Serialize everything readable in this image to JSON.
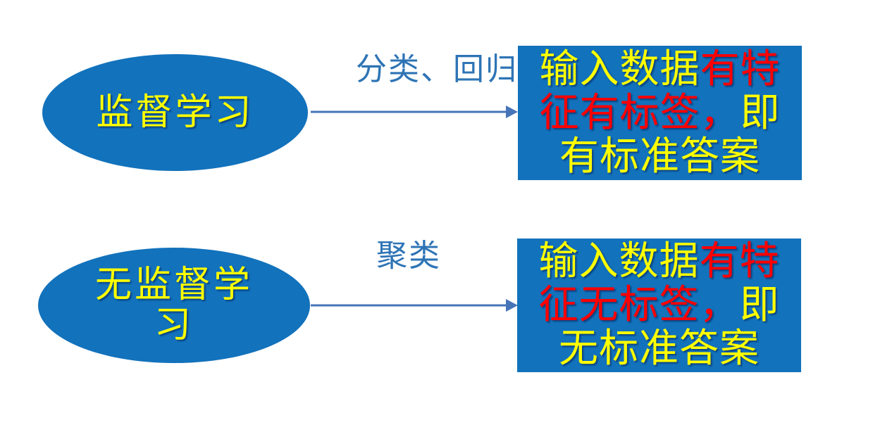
{
  "colors": {
    "shape_blue": "#1272BC",
    "label_blue": "#2E74B5",
    "arrow_blue": "#4674B8",
    "yellow": "#FFFF00",
    "red": "#FF0000"
  },
  "rows": [
    {
      "ellipse_label": "监督学习",
      "arrow_label": "分类、回归",
      "box_lines": [
        [
          {
            "t": "输入数据",
            "c": "yellow"
          },
          {
            "t": "有特",
            "c": "red"
          }
        ],
        [
          {
            "t": "征有标签，",
            "c": "red"
          },
          {
            "t": "即",
            "c": "yellow"
          }
        ],
        [
          {
            "t": "有标准答案",
            "c": "yellow"
          }
        ]
      ]
    },
    {
      "ellipse_label": "无监督学习",
      "arrow_label": "聚类",
      "box_lines": [
        [
          {
            "t": "输入数据",
            "c": "yellow"
          },
          {
            "t": "有特",
            "c": "red"
          }
        ],
        [
          {
            "t": "征无标签，",
            "c": "red"
          },
          {
            "t": "即",
            "c": "yellow"
          }
        ],
        [
          {
            "t": "无标准答案",
            "c": "yellow"
          }
        ]
      ]
    }
  ]
}
